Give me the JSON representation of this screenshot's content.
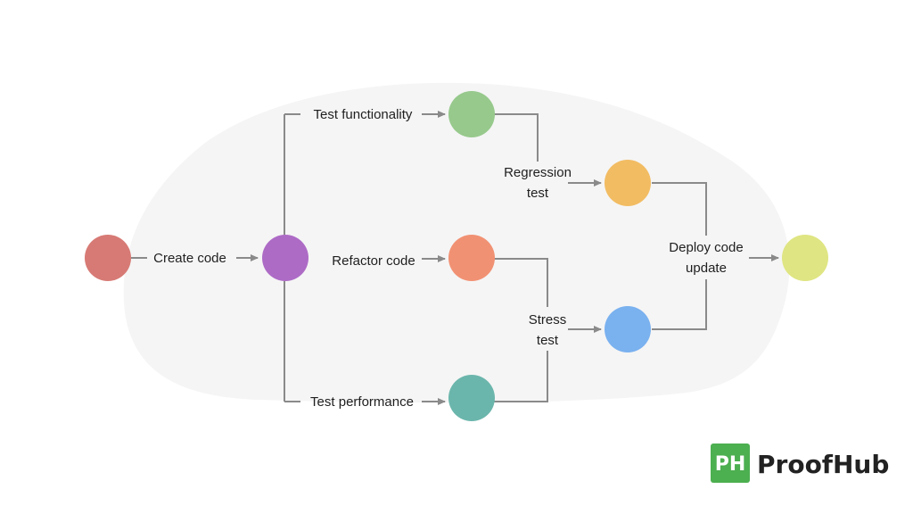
{
  "diagram": {
    "labels": {
      "create_code": "Create code",
      "test_functionality": "Test functionality",
      "refactor_code": "Refactor code",
      "test_performance": "Test performance",
      "regression_line1": "Regression",
      "regression_line2": "test",
      "stress_line1": "Stress",
      "stress_line2": "test",
      "deploy_line1": "Deploy code",
      "deploy_line2": "update"
    },
    "node_colors": {
      "start": "#d77a75",
      "branch": "#ad6bc6",
      "functionality": "#97c98c",
      "refactor": "#f19173",
      "performance": "#6bb6ac",
      "regression": "#f2bc63",
      "stress": "#7ab1ef",
      "deploy": "#dfe582"
    },
    "background_blob_color": "#f5f5f5",
    "edge_color": "#8a8a8a"
  },
  "brand": {
    "logo_letters": "PH",
    "name": "ProofHub",
    "logo_color": "#4caf50"
  }
}
